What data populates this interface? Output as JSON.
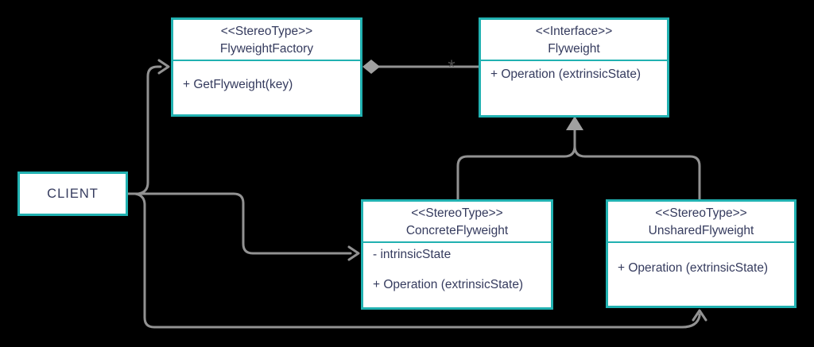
{
  "diagram": {
    "colors": {
      "accent_teal": "#21b1b1",
      "text_navy": "#353b5e",
      "connector_gray": "#929292",
      "marker_gray": "#a0a0a0",
      "background": "#000000"
    },
    "nodes": {
      "client": {
        "name": "CLIENT"
      },
      "factory": {
        "stereotype": "<<StereoType>>",
        "name": "FlyweightFactory",
        "members": [
          "+ GetFlyweight(key)"
        ]
      },
      "flyweight": {
        "stereotype": "<<Interface>>",
        "name": "Flyweight",
        "members": [
          "+ Operation (extrinsicState)"
        ]
      },
      "concrete": {
        "stereotype": "<<StereoType>>",
        "name": "ConcreteFlyweight",
        "members": [
          "- intrinsicState",
          "+ Operation (extrinsicState)"
        ]
      },
      "unshared": {
        "stereotype": "<<StereoType>>",
        "name": "UnsharedFlyweight",
        "members": [
          "+ Operation (extrinsicState)"
        ]
      }
    },
    "edges": {
      "aggregation": {
        "from": "FlyweightFactory",
        "to": "Flyweight",
        "type": "aggregation",
        "multiplicity": "*"
      },
      "generalization_concrete": {
        "from": "ConcreteFlyweight",
        "to": "Flyweight",
        "type": "generalization"
      },
      "generalization_unshared": {
        "from": "UnsharedFlyweight",
        "to": "Flyweight",
        "type": "generalization"
      },
      "client_to_factory": {
        "from": "CLIENT",
        "to": "FlyweightFactory",
        "type": "directed"
      },
      "client_to_concrete": {
        "from": "CLIENT",
        "to": "ConcreteFlyweight",
        "type": "directed"
      },
      "client_to_unshared": {
        "from": "CLIENT",
        "to": "UnsharedFlyweight",
        "type": "directed"
      }
    }
  }
}
